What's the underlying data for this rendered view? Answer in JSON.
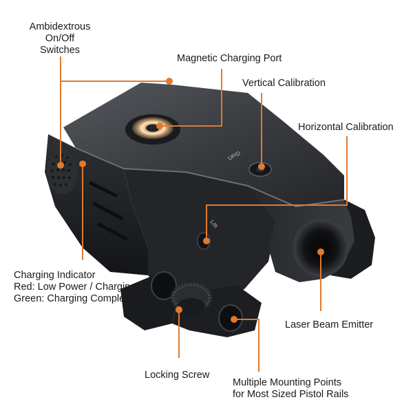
{
  "callouts": {
    "switches": [
      "Ambidextrous",
      "On/Off",
      "Switches"
    ],
    "charging_port": "Magnetic Charging Port",
    "vertical": "Vertical Calibration",
    "horizontal": "Horizontal Calibration",
    "indicator": [
      "Charging Indicator",
      "Red: Low Power / Charging",
      "Green: Charging Completed"
    ],
    "emitter": "Laser Beam Emitter",
    "locking": "Locking Screw",
    "mounting": [
      "Multiple Mounting Points",
      "for Most Sized Pistol Rails"
    ]
  },
  "engravings": {
    "updown": "UP/D",
    "leftright": "L/R"
  },
  "colors": {
    "leader": "#e07a2e",
    "body_dark": "#1e1f22",
    "body_mid": "#34363a",
    "body_light": "#5a5d62",
    "port_ring": "#c8a070"
  }
}
